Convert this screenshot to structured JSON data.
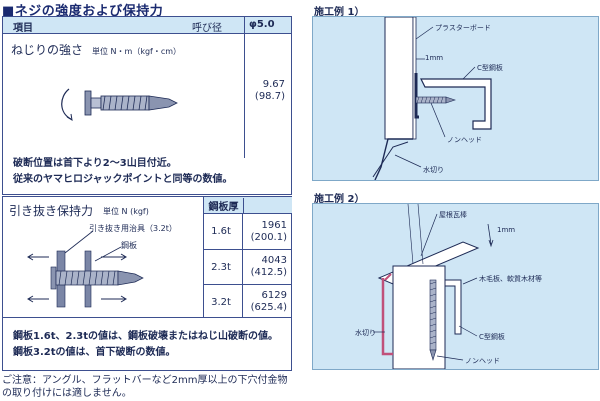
{
  "page_title": "■ネジの強度および保持力",
  "table_header": {
    "item": "項目",
    "diameter_label": "呼び径",
    "diameter_value": "φ5.0"
  },
  "torsion": {
    "label": "ねじりの強さ",
    "unit": "単位 N・m（kgf・cm）",
    "value": "9.67",
    "value_kgf": "(98.7)"
  },
  "notes1": [
    "破断位置は首下より2～3山目付近。",
    "従来のヤマヒロジャックポイントと同等の数値。"
  ],
  "pullout": {
    "label": "引き抜き保持力",
    "unit": "単位 N (kgf)",
    "jig_label": "引き抜き用治具（3.2t）",
    "plate_label": "鋼板",
    "thickness_header": "鋼板厚",
    "rows": [
      {
        "t": "1.6t",
        "n": "1961",
        "kgf": "(200.1)"
      },
      {
        "t": "2.3t",
        "n": "4043",
        "kgf": "(412.5)"
      },
      {
        "t": "3.2t",
        "n": "6129",
        "kgf": "(625.4)"
      }
    ]
  },
  "notes2": [
    "鋼板1.6t、2.3tの値は、鋼板破壊またはねじ山破断の値。",
    "鋼板3.2tの値は、首下破断の数値。"
  ],
  "caution": [
    "ご注意：アングル、フラットバーなど2mm厚以上の下穴付金物",
    "の取り付けには適しません。"
  ],
  "example1": {
    "title": "施工例 1）",
    "labels": {
      "board": "プラスターボード",
      "gap": "1mm",
      "channel": "C型鋼板",
      "screw": "ノンヘッド",
      "drip": "水切り"
    }
  },
  "example2": {
    "title": "施工例 2）",
    "labels": {
      "roof": "屋根瓦棒",
      "gap": "1mm",
      "wood": "木毛板、軟質木材等",
      "drip": "水切り",
      "channel": "C型鋼板",
      "screw": "ノンヘッド"
    }
  },
  "colors": {
    "header_bg": "#cfe6f5",
    "border": "#3d4f8f",
    "figure_bg": "#cfe6f5",
    "text": "#1d2a55"
  }
}
